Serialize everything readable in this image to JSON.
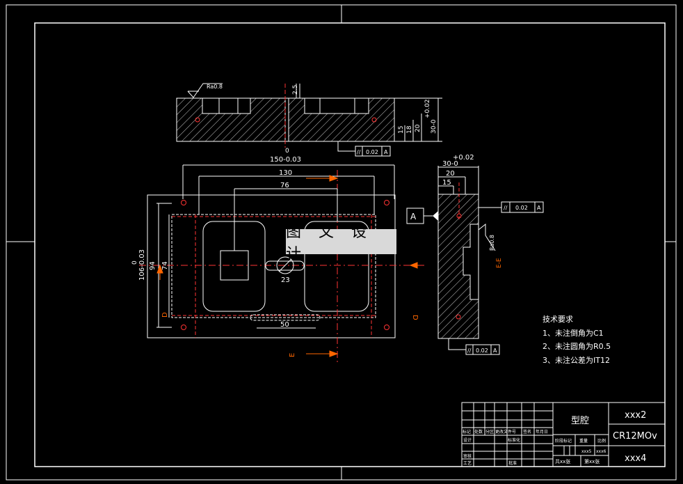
{
  "watermark": "图 文 设 计",
  "top_view": {
    "roughness": "Ra0.8",
    "dim_top": "2.5",
    "dims_right": [
      "15",
      "18",
      "20",
      "30-0"
    ],
    "dim_tol": "+0.02",
    "parallel_tol": "0.02",
    "datum_ref": "A"
  },
  "main_view": {
    "dim_width": "150-0.03",
    "dim_width_tol": "0",
    "dim_130": "130",
    "dim_76": "76",
    "dim_height": "106-0.03",
    "dim_height_tol": "0",
    "dim_94": "94",
    "dim_74": "74",
    "dim_23": "23",
    "dim_50": "50",
    "section_d_left": "D",
    "section_d_right": "D",
    "section_e": "E"
  },
  "side_view": {
    "dim_tol": "+0.02",
    "dim_30": "30-0",
    "dim_20": "20",
    "dim_15": "15",
    "datum": "A",
    "parallel_tol": "0.02",
    "datum_ref": "A",
    "roughness": "Ra0.8",
    "section_label": "E-E",
    "bottom_tol": "0.02",
    "bottom_ref": "A"
  },
  "tech_req": {
    "title": "技术要求",
    "items": [
      "1、未注倒角为C1",
      "2、未注圆角为R0.5",
      "3、未注公差为IT12"
    ]
  },
  "title_block": {
    "part_name": "型腔",
    "drawing_no": "xxx2",
    "material": "CR12MOv",
    "company": "xxx4",
    "col_headers": [
      "标记",
      "处数",
      "分区",
      "更改文件号",
      "签名",
      "年月日"
    ],
    "row_design": "设计",
    "row_standard": "标准化",
    "row_review": "审核",
    "row_process": "工艺",
    "row_approve": "批准",
    "stage_mark": "阶段标记",
    "weight": "重量",
    "scale": "比例",
    "weight_val": "xxx5",
    "scale_val": "xxx6",
    "sheets_total": "共xx张",
    "sheet_no": "第xx张"
  }
}
